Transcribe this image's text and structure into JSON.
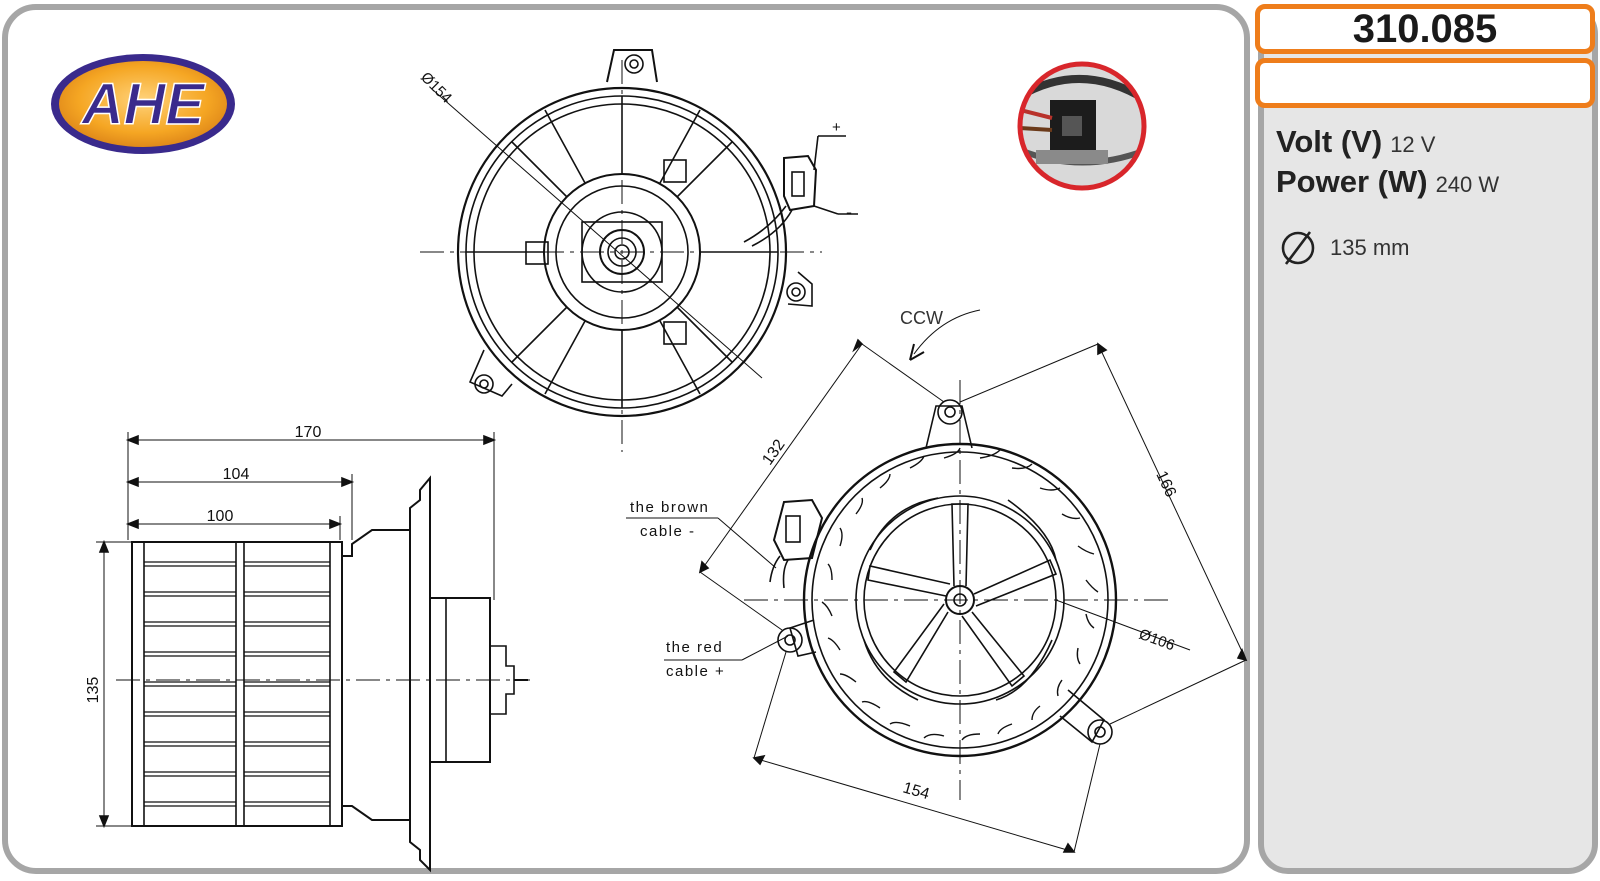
{
  "brand": {
    "logo_text": "AHE",
    "colors": {
      "logo_fill": "#f5a623",
      "logo_ring": "#3a2a8c",
      "logo_text": "#3a2a8c"
    }
  },
  "part_number": "310.085",
  "specs": {
    "volt_label": "Volt (V)",
    "volt_value": "12 V",
    "power_label": "Power (W)",
    "power_value": "240 W",
    "diameter_value": "135 mm",
    "diameter_icon": "diameter-symbol-icon"
  },
  "drawing": {
    "top_view": {
      "diameter": "Ø154",
      "plus": "+",
      "minus": "-"
    },
    "side_view": {
      "dim_170": "170",
      "dim_104": "104",
      "dim_100": "100",
      "dim_135": "135"
    },
    "front_view": {
      "rotation": "CCW",
      "dim_132": "132",
      "dim_166": "166",
      "dim_154": "154",
      "dim_106": "Ø106",
      "brown_line1": "the brown",
      "brown_line2": "cable -",
      "red_line1": "the red",
      "red_line2": "cable +"
    }
  },
  "colors": {
    "accent_orange": "#ee7d1b",
    "panel_border": "#a6a6a6",
    "side_bg": "#e6e6e6",
    "photo_ring": "#d8262b"
  }
}
